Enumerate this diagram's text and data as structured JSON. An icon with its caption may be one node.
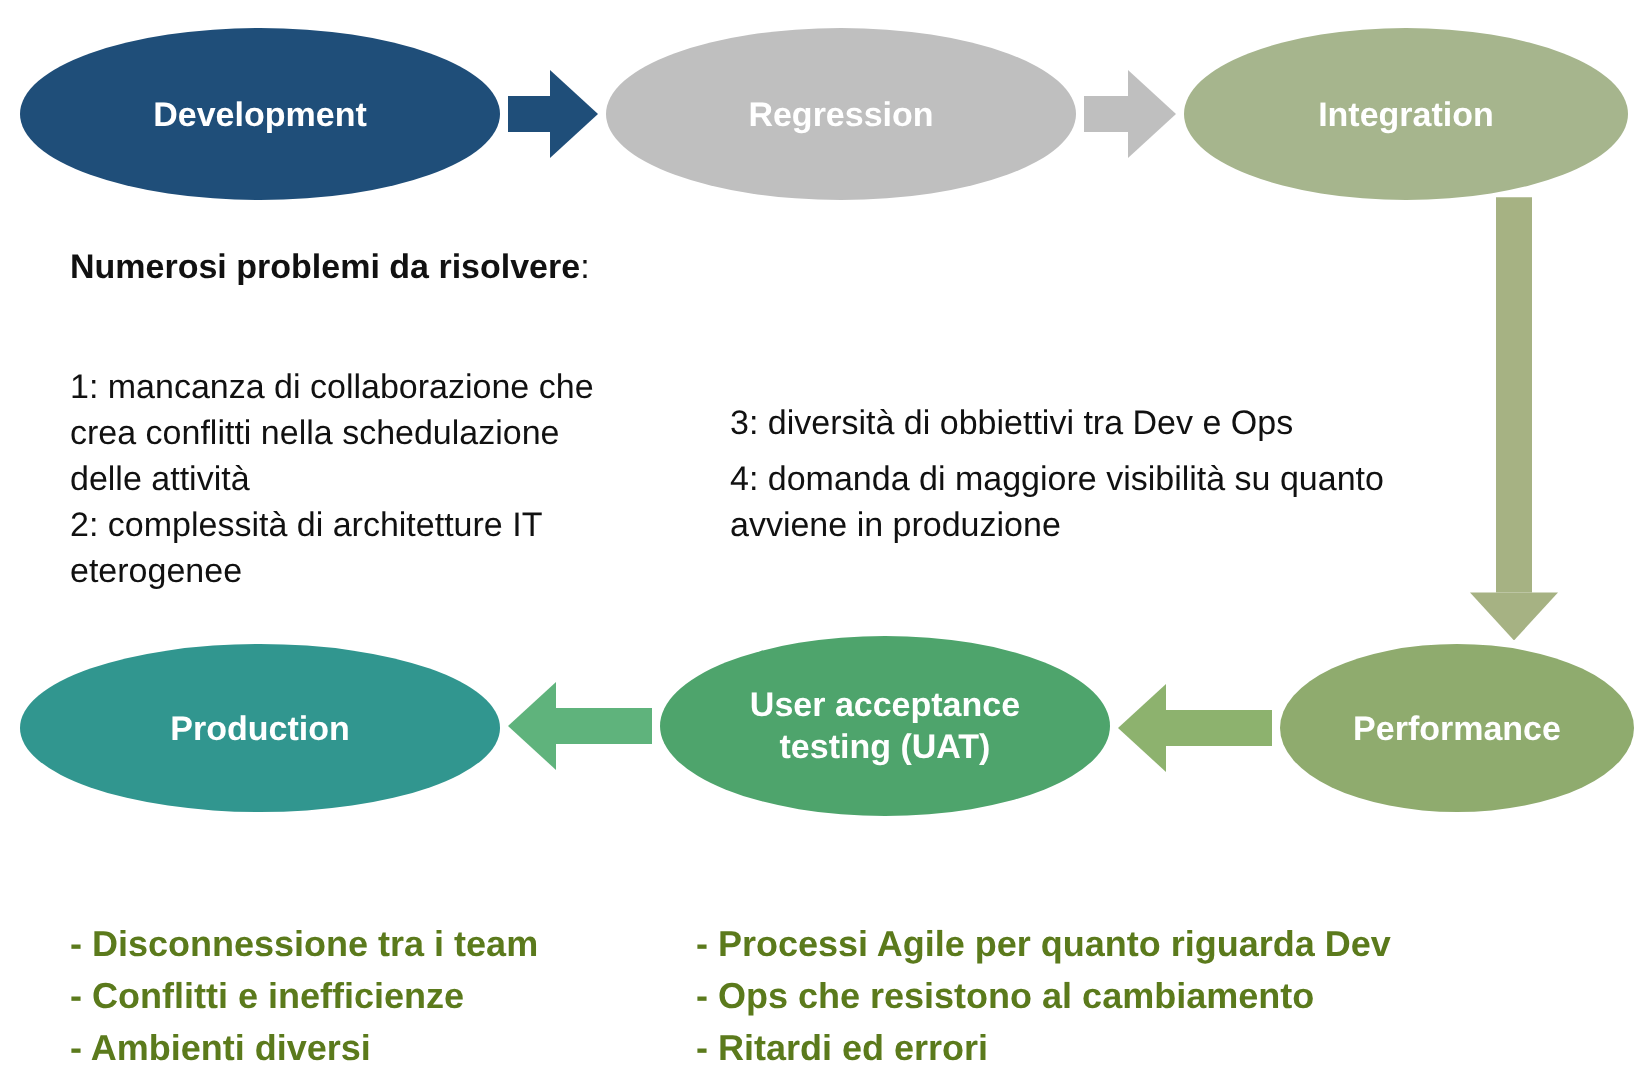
{
  "diagram": {
    "nodes": [
      {
        "text": [
          "Development"
        ]
      },
      {
        "text": [
          "Regression"
        ]
      },
      {
        "text": [
          "Integration"
        ]
      },
      {
        "text": [
          "Production"
        ]
      },
      {
        "text": [
          "User acceptance testing (UAT)"
        ]
      },
      {
        "text": [
          "Performance"
        ]
      }
    ],
    "edges": [
      {
        "from": 0,
        "to": 1,
        "arrow": "to",
        "color": "#1f4e79"
      },
      {
        "from": 1,
        "to": 2,
        "arrow": "to",
        "color": "#bfbfbf"
      },
      {
        "from": 2,
        "to": 5,
        "arrow": "to",
        "color": "#a6b283"
      },
      {
        "from": 5,
        "to": 4,
        "arrow": "to",
        "color": "#8db26e"
      },
      {
        "from": 4,
        "to": 3,
        "arrow": "to",
        "color": "#5fb37c"
      }
    ],
    "labels": [
      "**Numerosi problemi da risolvere**:",
      "1: mancanza di collaborazione che crea conflitti nella schedulazione delle attività",
      "2: complessità di architetture IT eterogenee",
      "3: diversità di obbiettivi tra Dev e Ops",
      "4: domanda di maggiore visibilità su quanto avviene in produzione",
      "- Disconnessione tra i team",
      "- Processi Agile per quanto riguarda Dev",
      "- Conflitti e inefficienze",
      "- Ops che resistono al cambiamento",
      "- Ambienti diversi",
      "- Ritardi ed errori"
    ]
  }
}
